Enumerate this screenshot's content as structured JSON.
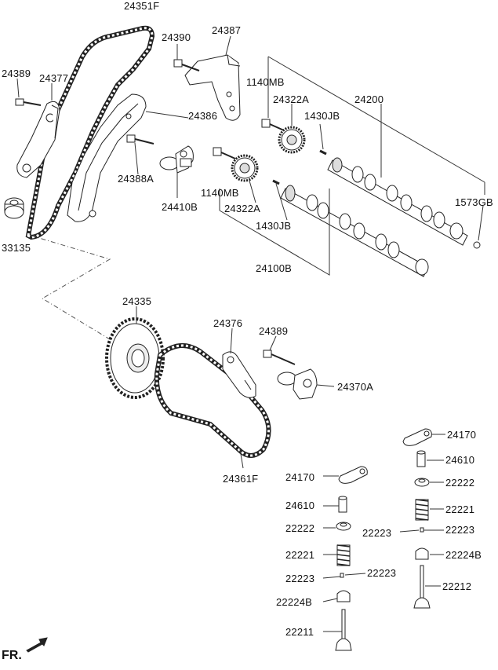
{
  "labels": {
    "p24351F": "24351F",
    "p24390": "24390",
    "p24387": "24387",
    "p24389_top": "24389",
    "p24377": "24377",
    "p1140MB_top": "1140MB",
    "p24322A_top": "24322A",
    "p24200": "24200",
    "p24386": "24386",
    "p1430JB_top": "1430JB",
    "p24388A": "24388A",
    "p1140MB_mid": "1140MB",
    "p1573GB": "1573GB",
    "p24410B": "24410B",
    "p24322A_mid": "24322A",
    "p1430JB_mid": "1430JB",
    "p33135": "33135",
    "p24100B": "24100B",
    "p24335": "24335",
    "p24376": "24376",
    "p24389_mid": "24389",
    "p24370A": "24370A",
    "p24361F": "24361F",
    "p24170_r": "24170",
    "p24610_r": "24610",
    "p22222_r": "22222",
    "p22221_r": "22221",
    "p22223_r1": "22223",
    "p22223_r2": "22223",
    "p22224B_r": "22224B",
    "p22212": "22212",
    "p24170_l": "24170",
    "p24610_l": "24610",
    "p22222_l": "22222",
    "p22221_l": "22221",
    "p22223_l1": "22223",
    "p22223_l2": "22223",
    "p22224B_l": "22224B",
    "p22211": "22211"
  },
  "direction": {
    "text": "FR."
  },
  "colors": {
    "line": "#222222",
    "fill": "#ffffff",
    "shade": "#cfcfcf"
  }
}
